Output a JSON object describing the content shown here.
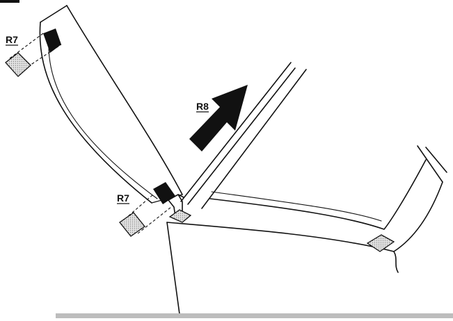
{
  "callouts": {
    "r7_top": "R7",
    "r8": "R8",
    "r7_bottom": "R7"
  },
  "colors": {
    "line": "#111111",
    "pad_dark": "#111111",
    "pad_light": "#d4d4d4",
    "floor_band": "#bdbdbd"
  },
  "icons": {
    "direction": "arrow-up-right-icon"
  }
}
